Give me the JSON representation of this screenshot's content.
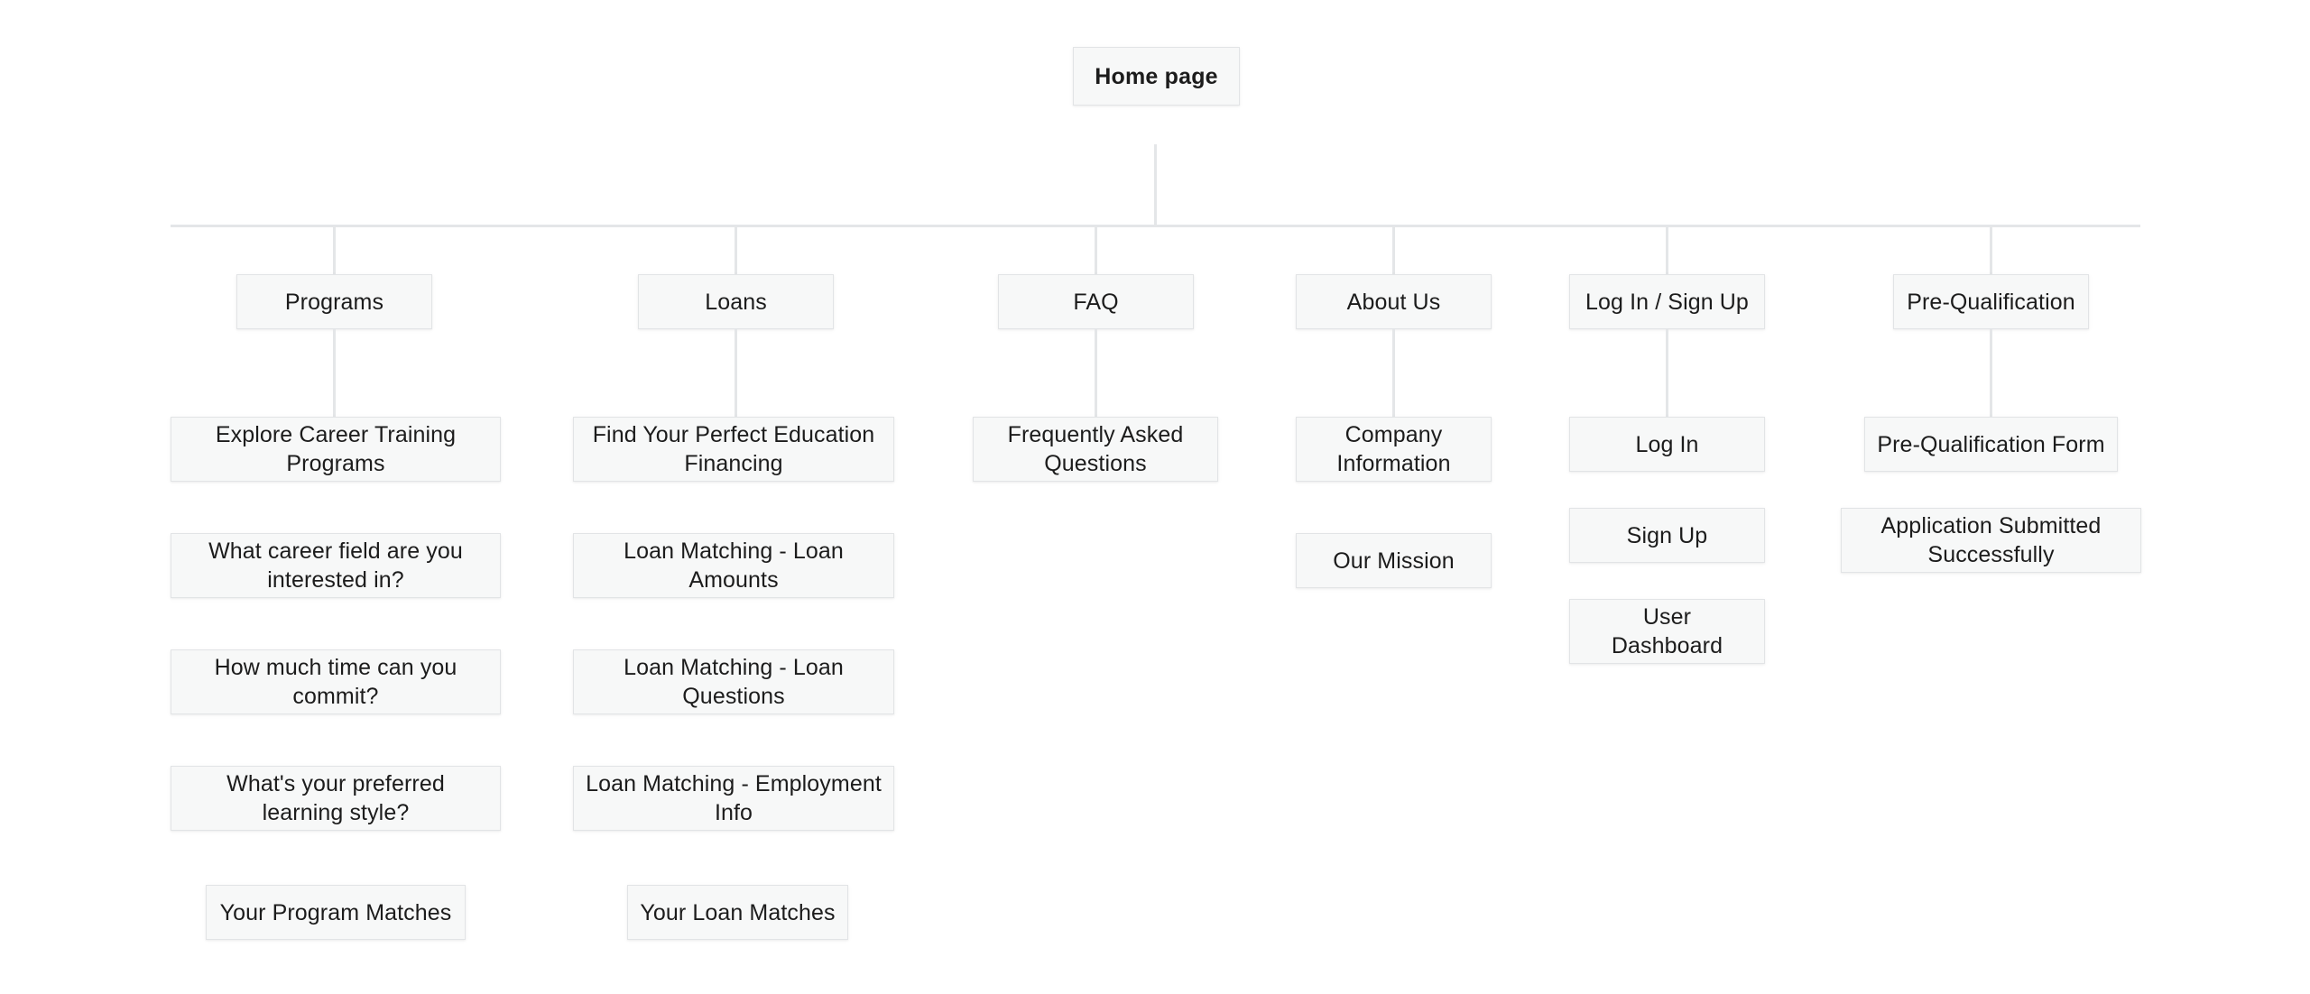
{
  "diagram": {
    "type": "sitemap",
    "title": "Home page",
    "background_color": "#ffffff",
    "node_fill_color": "#f7f8f8",
    "node_border_color": "#e2e4e6",
    "connector_color": "#e4e6e8",
    "text_color": "#1c1c1c"
  },
  "root": {
    "label": "Home page"
  },
  "sections": [
    {
      "label": "Programs",
      "children": [
        {
          "label": "Explore Career Training\nPrograms"
        },
        {
          "label": "What career field are you\ninterested in?"
        },
        {
          "label": "How much time can you\ncommit?"
        },
        {
          "label": "What's your preferred\nlearning style?"
        },
        {
          "label": "Your Program Matches"
        }
      ]
    },
    {
      "label": "Loans",
      "children": [
        {
          "label": "Find Your Perfect Education\nFinancing"
        },
        {
          "label": "Loan Matching - Loan\nAmounts"
        },
        {
          "label": "Loan Matching - Loan\nQuestions"
        },
        {
          "label": "Loan Matching - Employment\nInfo"
        },
        {
          "label": "Your Loan Matches"
        }
      ]
    },
    {
      "label": "FAQ",
      "children": [
        {
          "label": "Frequently Asked\nQuestions"
        }
      ]
    },
    {
      "label": "About Us",
      "children": [
        {
          "label": "Company\nInformation"
        },
        {
          "label": "Our Mission"
        }
      ]
    },
    {
      "label": "Log In / Sign Up",
      "children": [
        {
          "label": "Log In"
        },
        {
          "label": "Sign Up"
        },
        {
          "label": "User\nDashboard"
        }
      ]
    },
    {
      "label": "Pre-Qualification",
      "children": [
        {
          "label": "Pre-Qualification Form"
        },
        {
          "label": "Application Submitted\nSuccessfully"
        }
      ]
    }
  ]
}
